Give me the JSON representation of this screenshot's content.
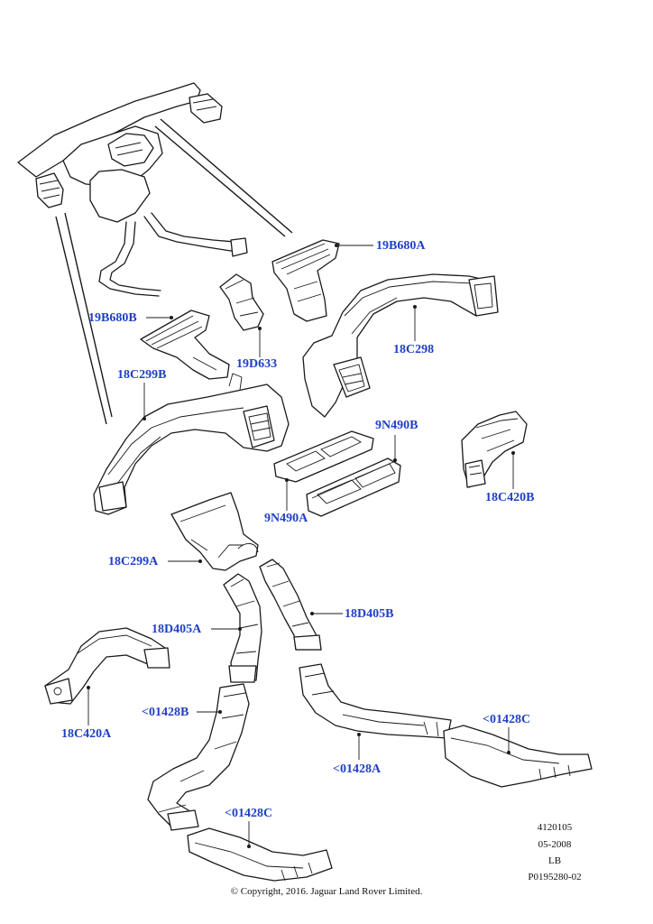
{
  "diagram": {
    "callouts": {
      "p19B680A": "19B680A",
      "p19B680B": "19B680B",
      "p19D633": "19D633",
      "p18C298": "18C298",
      "p18C299B": "18C299B",
      "p9N490B": "9N490B",
      "p9N490A": "9N490A",
      "p18C420B": "18C420B",
      "p18C299A": "18C299A",
      "p18D405A": "18D405A",
      "p18D405B": "18D405B",
      "p18C420A": "18C420A",
      "p01428B": "<01428B",
      "p01428C_right": "<01428C",
      "p01428A": "<01428A",
      "p01428C_bottom": "<01428C"
    },
    "metadata": {
      "code": "4120105",
      "date": "05-2008",
      "variant": "LB",
      "illustration_id": "P0195280-02"
    },
    "copyright": "© Copyright, 2016. Jaguar Land Rover Limited.",
    "colors": {
      "callout_text": "#1f3fc4",
      "line_art": "#1a1a1a",
      "background": "#ffffff"
    }
  }
}
